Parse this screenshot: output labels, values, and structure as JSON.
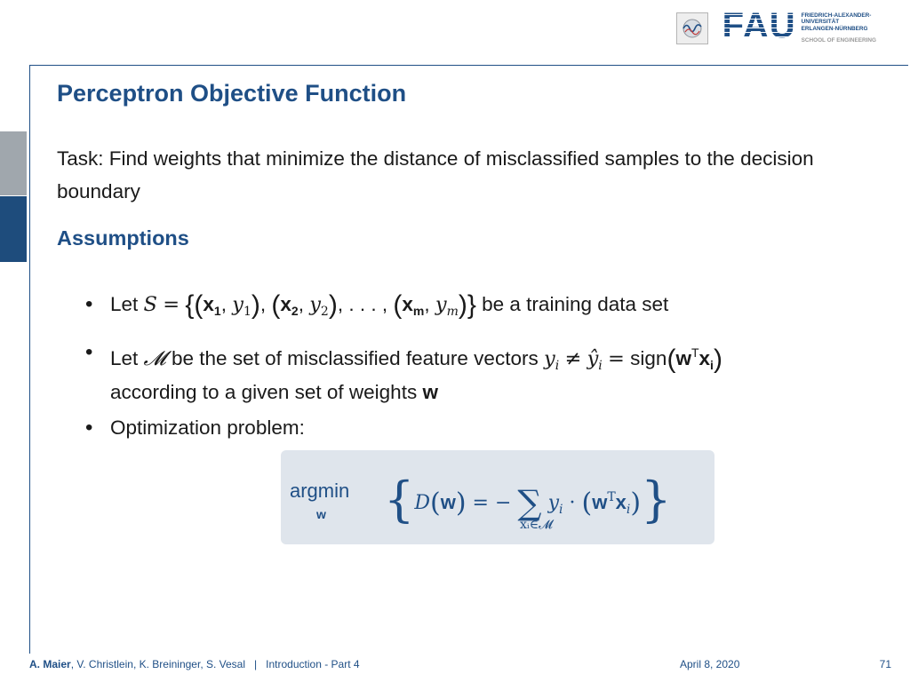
{
  "header": {
    "logo_word": "FAU",
    "logo_lines": [
      "FRIEDRICH-ALEXANDER-",
      "UNIVERSITÄT",
      "ERLANGEN-NÜRNBERG"
    ],
    "school": "SCHOOL OF ENGINEERING"
  },
  "slide": {
    "title": "Perceptron Objective Function",
    "task": "Task: Find weights that minimize the distance of misclassified samples to the decision boundary",
    "subheading": "Assumptions",
    "bullet1_prefix": "Let",
    "bullet1_suffix": "be a training data set",
    "bullet2_prefix": "Let",
    "bullet2_mid": "be the set of misclassified feature vectors",
    "bullet2_sign": "sign",
    "bullet2_line2_prefix": "according to a given set of weights",
    "bullet2_bold_w": "w",
    "bullet3": "Optimization problem:",
    "formula_argmin": "argmin",
    "formula_argmin_sub": "w",
    "formula_sum_sub": "xᵢ∈𝓜"
  },
  "footer": {
    "author_bold": "A. Maier",
    "authors_rest": ", V. Christlein, K. Breininger, S. Vesal",
    "separator": "|",
    "lecture": "Introduction - Part 4",
    "date": "April 8, 2020",
    "page": "71"
  },
  "colors": {
    "accent": "#1f4f86",
    "sidebar_gray": "#a0a7ad",
    "sidebar_blue": "#1e4c7c",
    "formula_bg": "#dfe5ec"
  }
}
